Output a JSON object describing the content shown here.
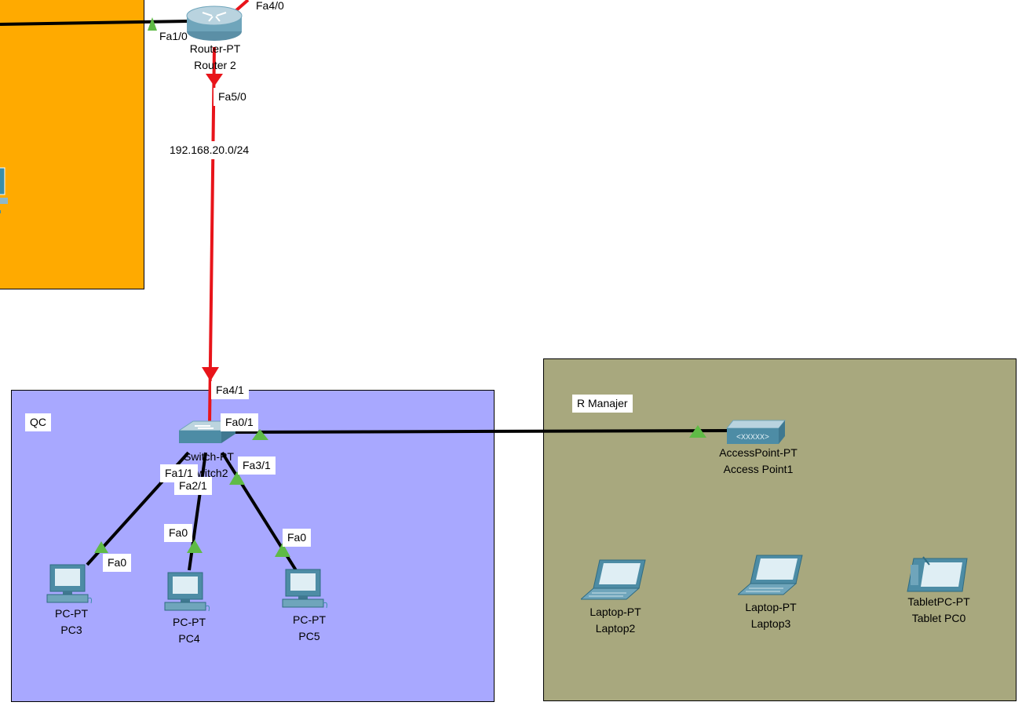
{
  "clusters": {
    "qc": {
      "label": "QC",
      "color": "#a8a8ff"
    },
    "r_manajer": {
      "label": "R Manajer",
      "color": "#a8a87e"
    },
    "orange": {
      "label": "",
      "color": "#ffaa00"
    }
  },
  "network": {
    "label": "192.168.20.0/24"
  },
  "devices": {
    "router2": {
      "model": "Router-PT",
      "name": "Router 2"
    },
    "switch2": {
      "model": "Switch-PT",
      "name": "Switch2"
    },
    "ap1": {
      "model": "AccessPoint-PT",
      "name": "Access Point1"
    },
    "pc3": {
      "model": "PC-PT",
      "name": "PC3"
    },
    "pc4": {
      "model": "PC-PT",
      "name": "PC4"
    },
    "pc5": {
      "model": "PC-PT",
      "name": "PC5"
    },
    "laptop2": {
      "model": "Laptop-PT",
      "name": "Laptop2"
    },
    "laptop3": {
      "model": "Laptop-PT",
      "name": "Laptop3"
    },
    "tablet0": {
      "model": "TabletPC-PT",
      "name": "Tablet PC0"
    }
  },
  "ports": {
    "router_fa4_0": "Fa4/0",
    "router_fa1_0": "Fa1/0",
    "router_fa5_0": "Fa5/0",
    "switch_fa4_1": "Fa4/1",
    "switch_fa0_1": "Fa0/1",
    "switch_fa1_1": "Fa1/1",
    "switch_fa2_1": "Fa2/1",
    "switch_fa3_1": "Fa3/1",
    "pc3_fa0": "Fa0",
    "pc4_fa0": "Fa0",
    "pc5_fa0": "Fa0"
  },
  "colors": {
    "link_serial_red": "#e8141a",
    "link_straight": "#000000",
    "port_up": "#5fbb46",
    "device_teal": "#3a8ea8"
  }
}
